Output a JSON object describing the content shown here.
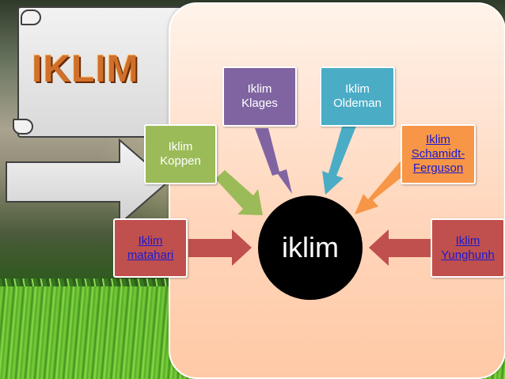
{
  "title": "IKLIM",
  "hub": "iklim",
  "nodes": {
    "koppen": "Iklim\nKoppen",
    "klages": "Iklim\nKlages",
    "oldeman": "Iklim\nOldeman",
    "schmidt": "Iklim\nSchamidt-\nFerguson",
    "matahari": "Iklim\nmatahari",
    "yunghuhn": "Iklim\nYunghunh"
  },
  "colors": {
    "koppen": "#9bbb59",
    "klages": "#8064a2",
    "oldeman": "#4bacc6",
    "schmidt": "#f79646",
    "matahari": "#c0504d",
    "yunghuhn": "#c0504d",
    "hub": "#000000",
    "panel": "#ffd7bd"
  },
  "icons": {
    "banner": "scroll-banner-icon",
    "pointer": "block-arrow-icon"
  }
}
